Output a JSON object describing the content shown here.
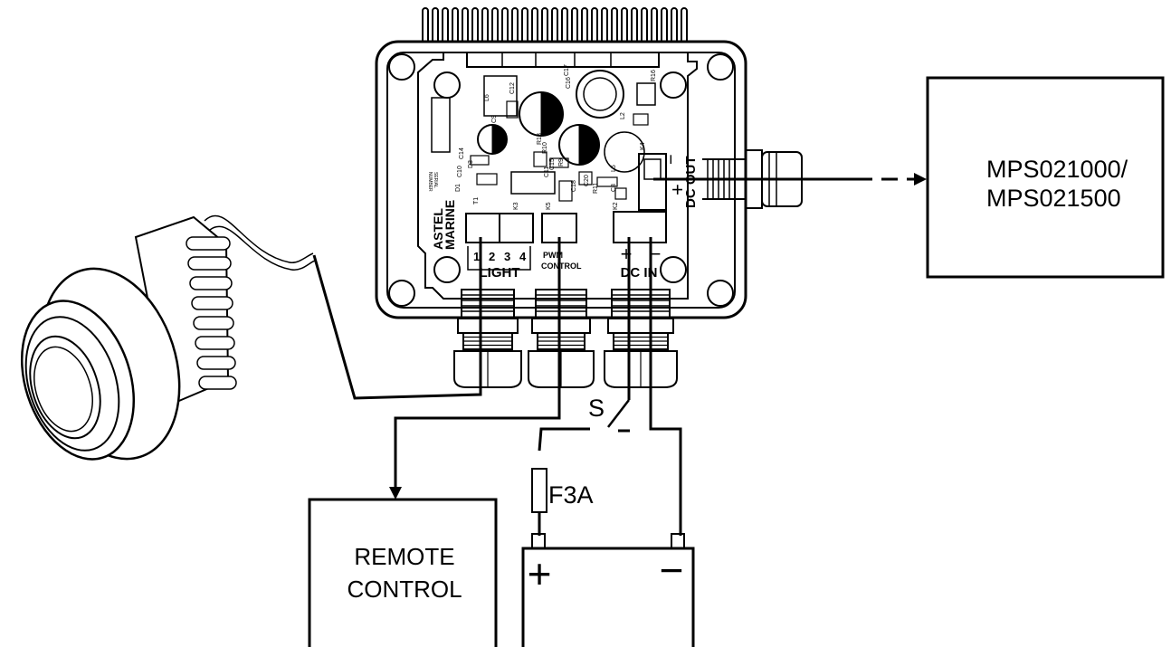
{
  "device": {
    "brand_line1": "ASTEL",
    "brand_line2": "MARINE",
    "serial_label_line1": "SERIAL",
    "serial_label_line2": "NUMBER",
    "connectors": {
      "light": {
        "label": "LIGHT",
        "pins": [
          "1",
          "2",
          "3",
          "4"
        ]
      },
      "pwm": {
        "label_line1": "PWM",
        "label_line2": "CONTROL"
      },
      "dc_in": {
        "label": "DC IN",
        "plus": "+",
        "minus": "−"
      },
      "dc_out": {
        "label": "DC OUT",
        "plus": "+",
        "minus": "−"
      }
    },
    "pcb_refs": [
      "L6",
      "C12",
      "C9",
      "C14",
      "D3",
      "C10",
      "D1",
      "T1",
      "K3",
      "K5",
      "K2",
      "K4",
      "R16",
      "C17",
      "C16",
      "L2",
      "R13",
      "C11",
      "C15",
      "R9",
      "R10",
      "C20",
      "C18",
      "R11",
      "C3",
      "L5"
    ]
  },
  "external": {
    "power_supply": {
      "line1": "MPS021000/",
      "line2": "MPS021500"
    },
    "remote_control": {
      "line1": "REMOTE",
      "line2": "CONTROL"
    },
    "switch_label": "S",
    "fuse_label": "F3A",
    "battery": {
      "plus": "+",
      "minus": "−"
    }
  }
}
